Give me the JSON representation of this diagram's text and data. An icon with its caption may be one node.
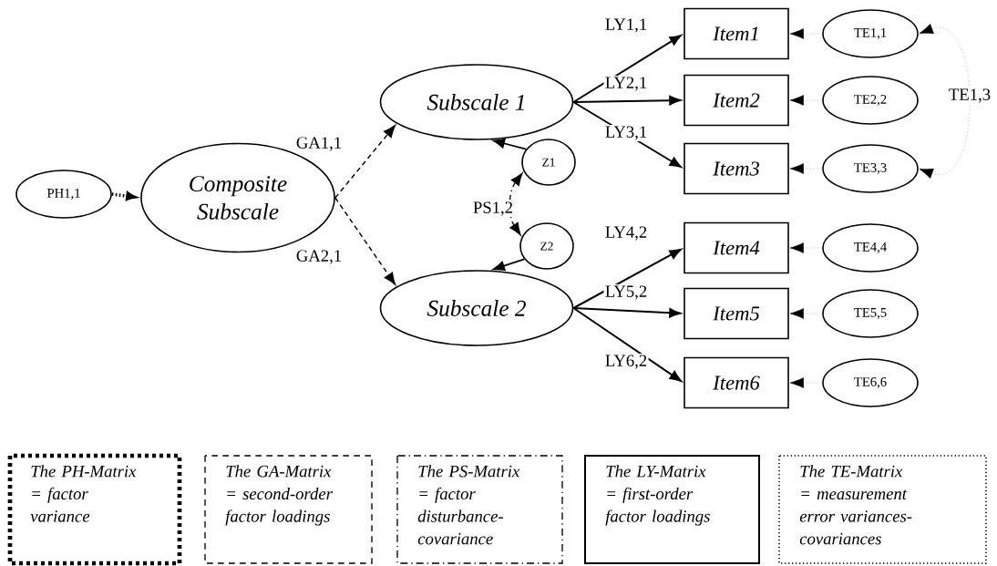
{
  "diagram": {
    "nodes": [
      {
        "text": [
          "PH1,1"
        ]
      },
      {
        "text": [
          "Composite Subscale"
        ]
      },
      {
        "text": [
          "Subscale 1"
        ]
      },
      {
        "text": [
          "Subscale 2"
        ]
      },
      {
        "text": [
          "Z1"
        ]
      },
      {
        "text": [
          "Z2"
        ]
      },
      {
        "text": [
          "Item1"
        ]
      },
      {
        "text": [
          "Item2"
        ]
      },
      {
        "text": [
          "Item3"
        ]
      },
      {
        "text": [
          "Item4"
        ]
      },
      {
        "text": [
          "Item5"
        ]
      },
      {
        "text": [
          "Item6"
        ]
      },
      {
        "text": [
          "TE1,1"
        ]
      },
      {
        "text": [
          "TE2,2"
        ]
      },
      {
        "text": [
          "TE3,3"
        ]
      },
      {
        "text": [
          "TE4,4"
        ]
      },
      {
        "text": [
          "TE5,5"
        ]
      },
      {
        "text": [
          "TE6,6"
        ]
      }
    ],
    "edges": [
      {
        "from": 0,
        "to": 1,
        "arrow": "to",
        "style": "dashed"
      },
      {
        "from": 1,
        "to": 2,
        "arrow": "to",
        "style": "dashed",
        "label": "GA1,1"
      },
      {
        "from": 1,
        "to": 3,
        "arrow": "to",
        "style": "dashed",
        "label": "GA2,1"
      },
      {
        "from": 4,
        "to": 5,
        "arrow": "both",
        "style": "dashed",
        "label": "PS1,2"
      },
      {
        "from": 4,
        "to": 2,
        "arrow": "to"
      },
      {
        "from": 5,
        "to": 3,
        "arrow": "to"
      },
      {
        "from": 2,
        "to": 6,
        "arrow": "to",
        "label": "LY1,1"
      },
      {
        "from": 2,
        "to": 7,
        "arrow": "to",
        "label": "LY2,1"
      },
      {
        "from": 2,
        "to": 8,
        "arrow": "to",
        "label": "LY3,1"
      },
      {
        "from": 3,
        "to": 9,
        "arrow": "to",
        "label": "LY4,2"
      },
      {
        "from": 3,
        "to": 10,
        "arrow": "to",
        "label": "LY5,2"
      },
      {
        "from": 3,
        "to": 11,
        "arrow": "to",
        "label": "LY6,2"
      },
      {
        "from": 12,
        "to": 6,
        "arrow": "to",
        "style": "dashed",
        "color": "#b4b4b4"
      },
      {
        "from": 13,
        "to": 7,
        "arrow": "to",
        "style": "dashed",
        "color": "#b4b4b4"
      },
      {
        "from": 14,
        "to": 8,
        "arrow": "to",
        "style": "dashed",
        "color": "#b4b4b4"
      },
      {
        "from": 15,
        "to": 9,
        "arrow": "to",
        "style": "dashed",
        "color": "#b4b4b4"
      },
      {
        "from": 16,
        "to": 10,
        "arrow": "to",
        "style": "dashed",
        "color": "#b4b4b4"
      },
      {
        "from": 17,
        "to": 11,
        "arrow": "to",
        "style": "dashed",
        "color": "#b4b4b4"
      },
      {
        "from": 12,
        "to": 14,
        "arrow": "both",
        "style": "dashed",
        "color": "#b4b4b4",
        "label": "TE1,3"
      }
    ],
    "legend": [
      {
        "text": "The PH-Matrix = factor variance"
      },
      {
        "text": "The GA-Matrix = second-order factor loadings"
      },
      {
        "text": "The PS-Matrix = factor disturbance-covariance"
      },
      {
        "text": "The LY-Matrix = first-order factor loadings"
      },
      {
        "text": "The TE-Matrix = measurement error variances-covariances"
      }
    ]
  }
}
